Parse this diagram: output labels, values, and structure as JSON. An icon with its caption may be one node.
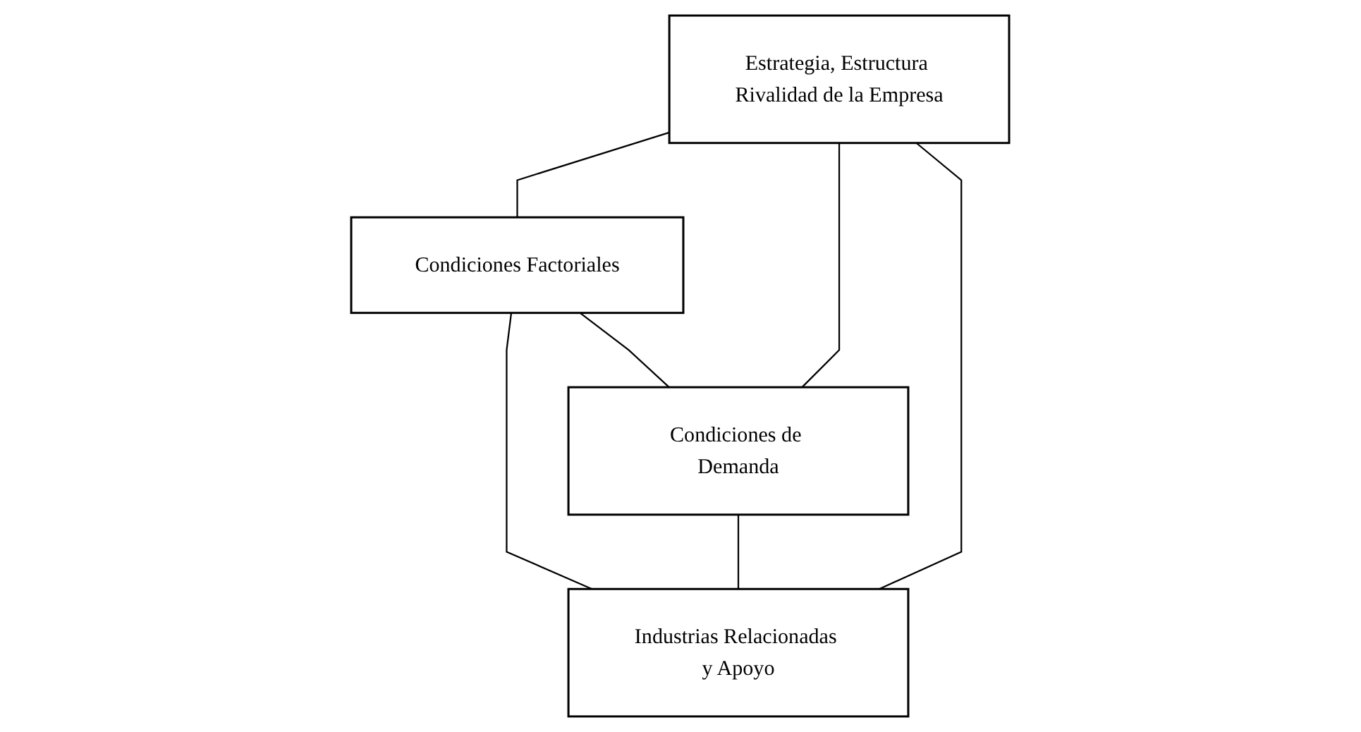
{
  "diagram": {
    "nodes": [
      {
        "text": [
          "Estrategia, Estructura Rivalidad de la Empresa"
        ]
      },
      {
        "text": [
          "Condiciones Factoriales"
        ]
      },
      {
        "text": [
          "Condiciones de Demanda"
        ]
      },
      {
        "text": [
          "Industrias Relacionadas y Apoyo"
        ]
      }
    ],
    "edges": [
      {
        "from": 0,
        "to": 1,
        "arrow": "none"
      },
      {
        "from": 0,
        "to": 2,
        "arrow": "none"
      },
      {
        "from": 1,
        "to": 3,
        "arrow": "none"
      },
      {
        "from": 2,
        "to": 3,
        "arrow": "none"
      },
      {
        "from": 0,
        "to": 3,
        "arrow": "none"
      },
      {
        "from": 1,
        "to": 2,
        "arrow": "none"
      }
    ]
  }
}
